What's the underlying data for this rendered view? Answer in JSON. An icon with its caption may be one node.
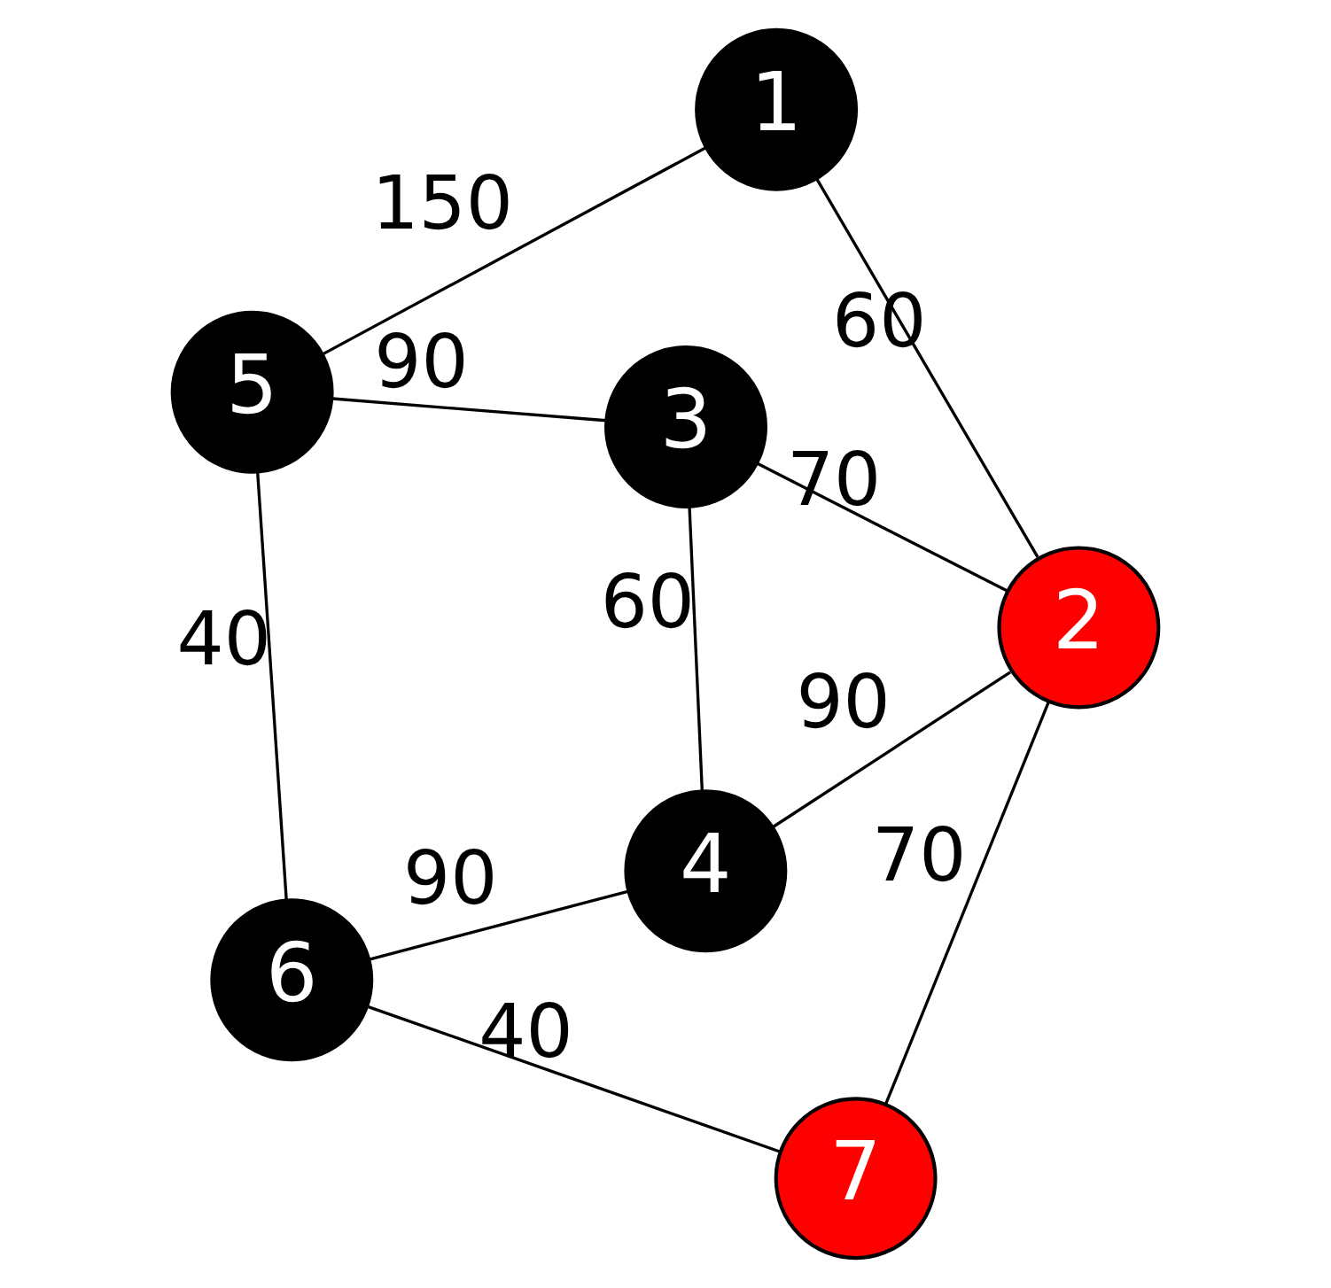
{
  "diagram": {
    "nodes": [
      {
        "text": [
          "1"
        ]
      },
      {
        "text": [
          "2"
        ]
      },
      {
        "text": [
          "3"
        ]
      },
      {
        "text": [
          "4"
        ]
      },
      {
        "text": [
          "5"
        ]
      },
      {
        "text": [
          "6"
        ]
      },
      {
        "text": [
          "7"
        ]
      }
    ],
    "edges": [
      {
        "from": 0,
        "to": 1,
        "arrow": "none",
        "label": "60"
      },
      {
        "from": 1,
        "to": 2,
        "arrow": "none",
        "label": "70"
      },
      {
        "from": 1,
        "to": 3,
        "arrow": "none",
        "label": "90"
      },
      {
        "from": 1,
        "to": 6,
        "arrow": "none",
        "label": "70"
      },
      {
        "from": 2,
        "to": 3,
        "arrow": "none",
        "label": "60"
      },
      {
        "from": 0,
        "to": 4,
        "arrow": "none",
        "label": "150"
      },
      {
        "from": 2,
        "to": 4,
        "arrow": "none",
        "label": "90"
      },
      {
        "from": 3,
        "to": 5,
        "arrow": "none",
        "label": "90"
      },
      {
        "from": 6,
        "to": 5,
        "arrow": "none",
        "label": "40"
      },
      {
        "from": 4,
        "to": 5,
        "arrow": "none",
        "label": "40"
      }
    ]
  }
}
